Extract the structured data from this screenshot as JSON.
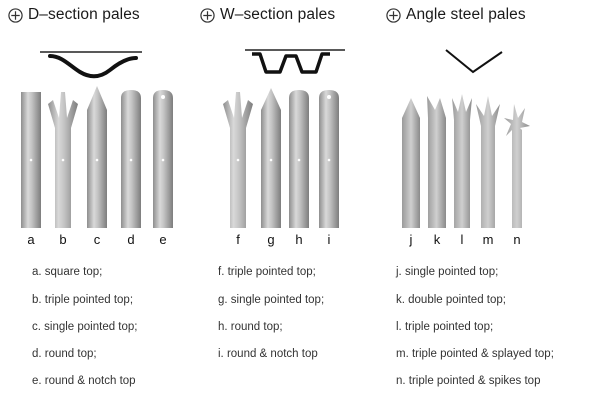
{
  "sections": [
    {
      "title": "D–section pales",
      "letters": [
        "a",
        "b",
        "c",
        "d",
        "e"
      ],
      "descriptions": [
        "a. square top;",
        "b. triple pointed top;",
        "c. single pointed top;",
        "d. round top;",
        "e. round & notch top"
      ]
    },
    {
      "title": "W–section pales",
      "letters": [
        "f",
        "g",
        "h",
        "i"
      ],
      "descriptions": [
        "f. triple pointed top;",
        "g. single pointed top;",
        "h. round top;",
        "i. round & notch top"
      ]
    },
    {
      "title": "Angle steel pales",
      "letters": [
        "j",
        "k",
        "l",
        "m",
        "n"
      ],
      "descriptions": [
        "j. single pointed top;",
        "k. double pointed top;",
        "l. triple pointed top;",
        "m. triple pointed & splayed top;",
        "n. triple pointed & spikes top"
      ]
    }
  ]
}
